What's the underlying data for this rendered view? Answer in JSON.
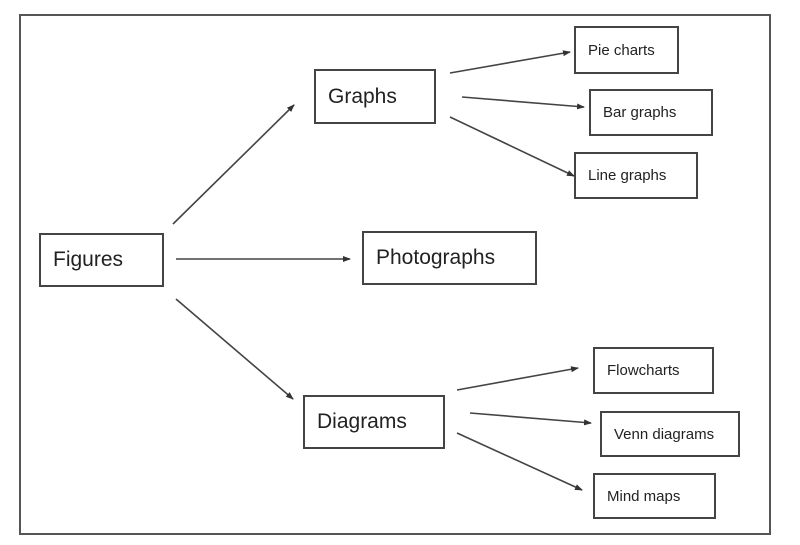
{
  "diagram": {
    "type": "hierarchy",
    "nodes": {
      "figures": "Figures",
      "graphs": "Graphs",
      "photographs": "Photographs",
      "diagrams": "Diagrams",
      "pie_charts": "Pie charts",
      "bar_graphs": "Bar graphs",
      "line_graphs": "Line graphs",
      "flowcharts": "Flowcharts",
      "venn_diagrams": "Venn diagrams",
      "mind_maps": "Mind maps"
    },
    "edges": [
      {
        "from": "figures",
        "to": "graphs"
      },
      {
        "from": "figures",
        "to": "photographs"
      },
      {
        "from": "figures",
        "to": "diagrams"
      },
      {
        "from": "graphs",
        "to": "pie_charts"
      },
      {
        "from": "graphs",
        "to": "bar_graphs"
      },
      {
        "from": "graphs",
        "to": "line_graphs"
      },
      {
        "from": "diagrams",
        "to": "flowcharts"
      },
      {
        "from": "diagrams",
        "to": "venn_diagrams"
      },
      {
        "from": "diagrams",
        "to": "mind_maps"
      }
    ],
    "colors": {
      "stroke": "#444444",
      "frame": "#555555",
      "background": "#ffffff"
    }
  }
}
